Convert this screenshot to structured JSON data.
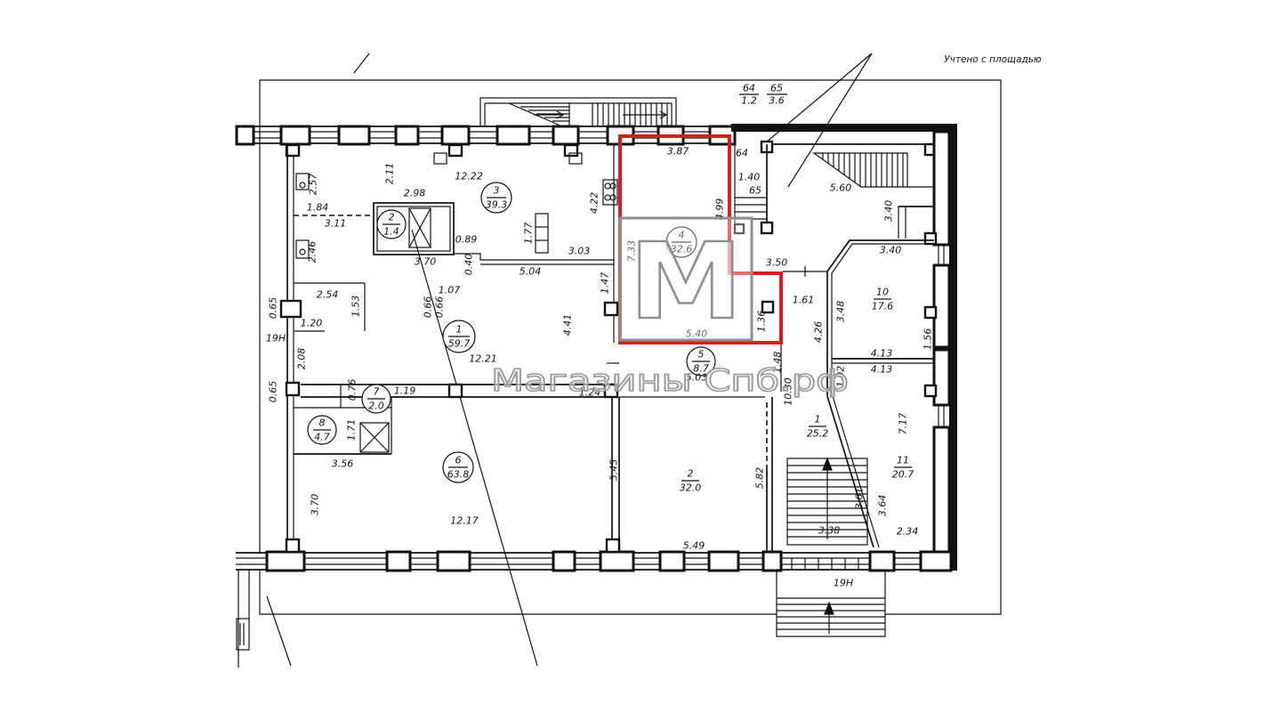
{
  "note": "Учтено с площадью",
  "top_fractions": [
    {
      "numerator": "64",
      "denominator": "1.2"
    },
    {
      "numerator": "65",
      "denominator": "3.6"
    }
  ],
  "rooms": [
    {
      "number": "3",
      "area": "39.3"
    },
    {
      "number": "2",
      "area": "1.4"
    },
    {
      "number": "4",
      "area": "32.6"
    },
    {
      "number": "1",
      "area": "59.7"
    },
    {
      "number": "5",
      "area": "8.7"
    },
    {
      "number": "7",
      "area": "2.0"
    },
    {
      "number": "8",
      "area": "4.7"
    },
    {
      "number": "6",
      "area": "63.8"
    },
    {
      "number": "10",
      "area": "17.6"
    },
    {
      "number": "1",
      "area": "25.2"
    },
    {
      "number": "2",
      "area": "32.0"
    },
    {
      "number": "11",
      "area": "20.7"
    }
  ],
  "dimensions": [
    "2.57",
    "2.11",
    "12.22",
    "4.22",
    "1.84",
    "3.11",
    "2.98",
    "1.77",
    "0.89",
    "2.46",
    "3.70",
    "0.40",
    "3.03",
    "5.04",
    "7.33",
    "1.47",
    "4.99",
    "3.87",
    "64",
    "1.40",
    "65",
    "5.60",
    "3.40",
    "3.40",
    "3.50",
    "1.61",
    "3.48",
    "4.26",
    "1.56",
    "4.13",
    "4.13",
    "1.02",
    "7.17",
    "3.61",
    "3.64",
    "2.34",
    "3.38",
    "10.30",
    "1.48",
    "1.36",
    "5.40",
    "5.03",
    "1.24",
    "1.19",
    "0.76",
    "0.65",
    "1.71",
    "3.56",
    "3.70",
    "12.17",
    "5.45",
    "5.82",
    "5.49",
    "0.65",
    "2.08",
    "1.20",
    "2.54",
    "1.53",
    "0.66",
    "0.66",
    "1.07",
    "4.41",
    "12.21"
  ],
  "level_marks": [
    "19Н",
    "19Н"
  ],
  "watermark": {
    "logo": "M",
    "text": "Магазины Спб.рф"
  },
  "colors": {
    "outline": "#e01b1b",
    "lines": "#111111",
    "watermark": "#9a9a9a"
  }
}
